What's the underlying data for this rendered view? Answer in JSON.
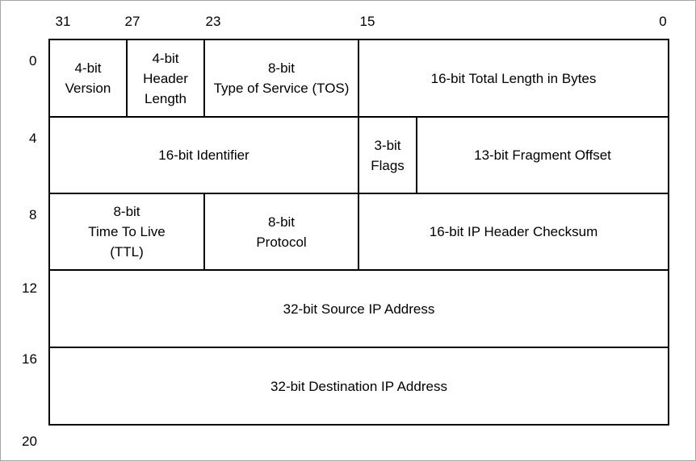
{
  "bit_positions": [
    "31",
    "27",
    "23",
    "15",
    "0"
  ],
  "word_offsets": [
    "0",
    "4",
    "8",
    "12",
    "16",
    "20"
  ],
  "fields": {
    "version": "4-bit\nVersion",
    "header_length": "4-bit\nHeader\nLength",
    "tos": "8-bit\nType of Service (TOS)",
    "total_length": "16-bit Total Length in Bytes",
    "identifier": "16-bit Identifier",
    "flags": "3-bit\nFlags",
    "fragment_offset": "13-bit Fragment Offset",
    "ttl": "8-bit\nTime To Live\n(TTL)",
    "protocol": "8-bit\nProtocol",
    "checksum": "16-bit IP Header Checksum",
    "source_ip": "32-bit Source IP Address",
    "destination_ip": "32-bit Destination IP Address"
  }
}
